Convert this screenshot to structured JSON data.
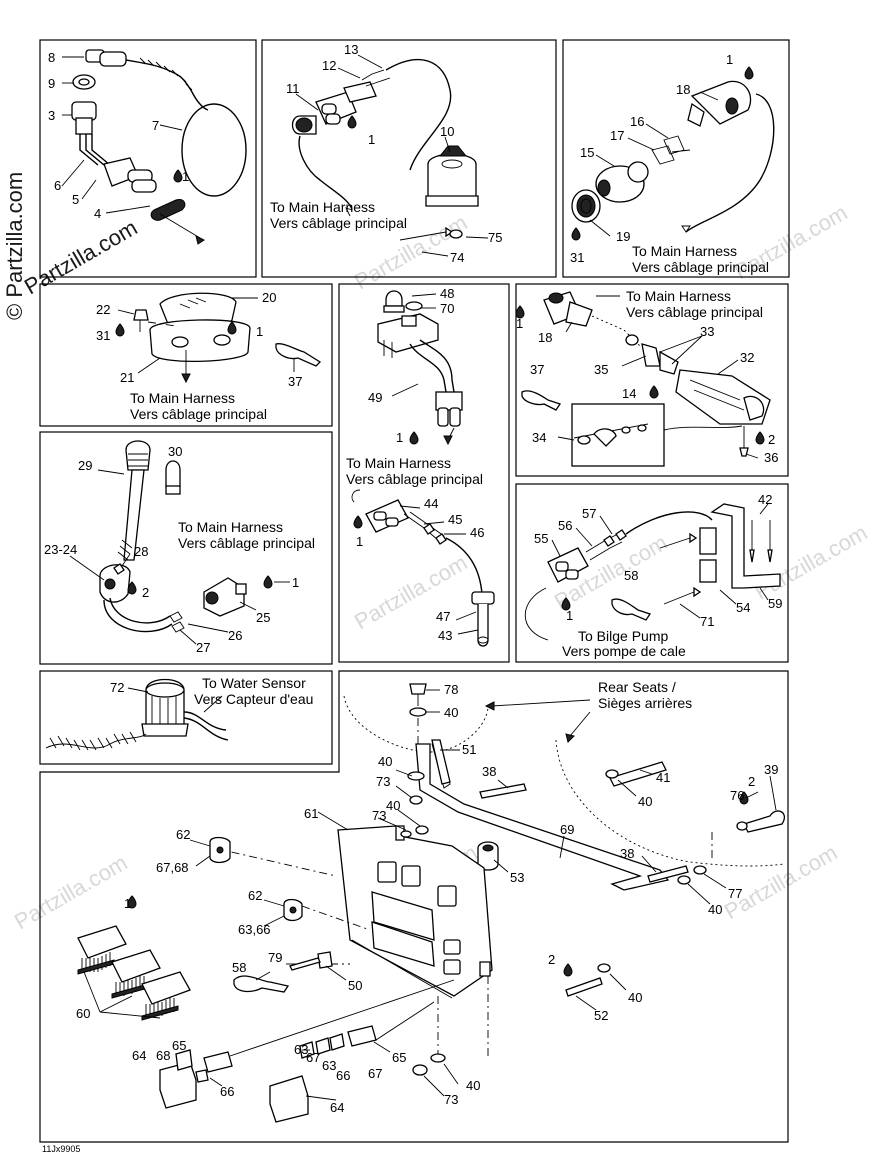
{
  "diagram": {
    "code": "11Jx9905",
    "watermark": "Partzilla.com",
    "copyright": "© Partzilla.com",
    "captions": {
      "main_en": "To Main Harness",
      "main_fr": "Vers câblage principal",
      "bilge_en": "To Bilge Pump",
      "bilge_fr": "Vers pompe de cale",
      "water_en": "To Water Sensor",
      "water_fr": "Vers Capteur d'eau",
      "seats_en": "Rear Seats /",
      "seats_fr": "Sièges arrières"
    }
  },
  "callouts": {
    "p1": [
      "8",
      "9",
      "3",
      "7",
      "6",
      "5",
      "4",
      "1"
    ],
    "p2": [
      "13",
      "12",
      "11",
      "10",
      "1",
      "75",
      "74"
    ],
    "p3": [
      "1",
      "18",
      "16",
      "17",
      "15",
      "19",
      "31"
    ],
    "p4": [
      "22",
      "20",
      "31",
      "1",
      "21",
      "37"
    ],
    "p5": [
      "48",
      "70",
      "49",
      "1"
    ],
    "p6": [
      "1",
      "18",
      "33",
      "35",
      "32",
      "37",
      "14",
      "34",
      "2",
      "36"
    ],
    "p7": [
      "30",
      "29",
      "23-24",
      "28",
      "2",
      "25",
      "1",
      "26",
      "27"
    ],
    "p8": [
      "44",
      "1",
      "45",
      "46",
      "47",
      "43"
    ],
    "p9": [
      "57",
      "56",
      "55",
      "42",
      "58",
      "1",
      "71",
      "54",
      "59"
    ],
    "p10": [
      "72"
    ],
    "p11": [
      "78",
      "40",
      "51",
      "40",
      "73",
      "38",
      "41",
      "40",
      "61",
      "73",
      "40",
      "62",
      "67,68",
      "2",
      "76",
      "39",
      "69",
      "53",
      "62",
      "63,66",
      "38",
      "77",
      "40",
      "1",
      "79",
      "58",
      "50",
      "2",
      "40",
      "60",
      "52",
      "63",
      "65",
      "64",
      "68",
      "65",
      "66",
      "67",
      "63",
      "66",
      "67",
      "64",
      "40",
      "73"
    ]
  }
}
